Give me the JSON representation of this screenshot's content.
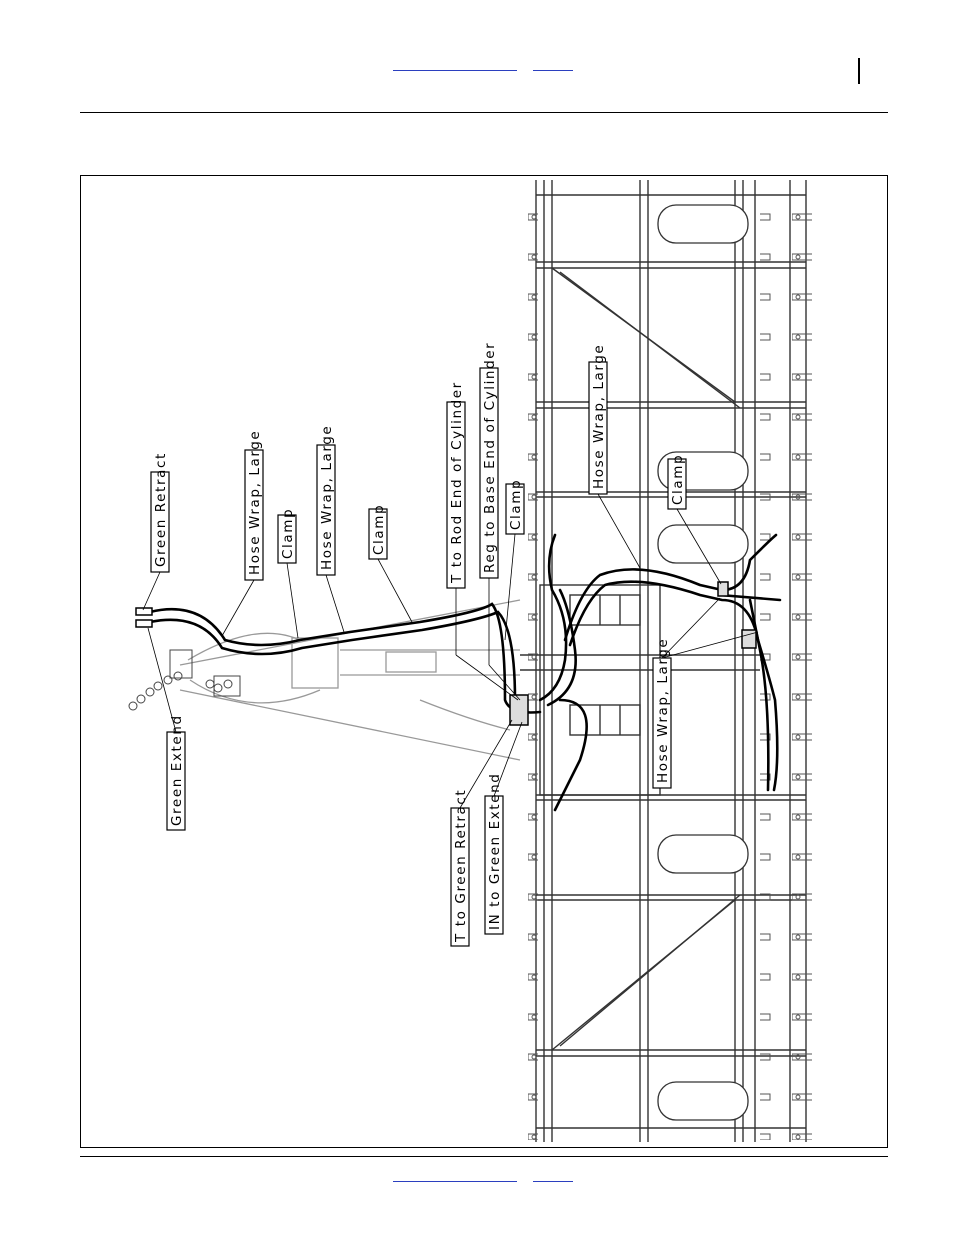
{
  "callouts": {
    "green_retract": "Green Retract",
    "green_extend": "Green Extend",
    "hose_wrap_large_1": "Hose Wrap, Large",
    "clamp_1": "Clamp",
    "hose_wrap_large_2": "Hose Wrap, Large",
    "clamp_2": "Clamp",
    "t_to_rod_end": "T to Rod End of Cylinder",
    "reg_to_base_end": "Reg to Base End of Cylinder",
    "clamp_3": "Clamp",
    "t_to_green_retract": "T to Green Retract",
    "in_to_green_extend": "IN to Green Extend",
    "hose_wrap_large_3": "Hose Wrap, Large",
    "clamp_4": "Clamp",
    "hose_wrap_large_4": "Hose Wrap, Large"
  }
}
